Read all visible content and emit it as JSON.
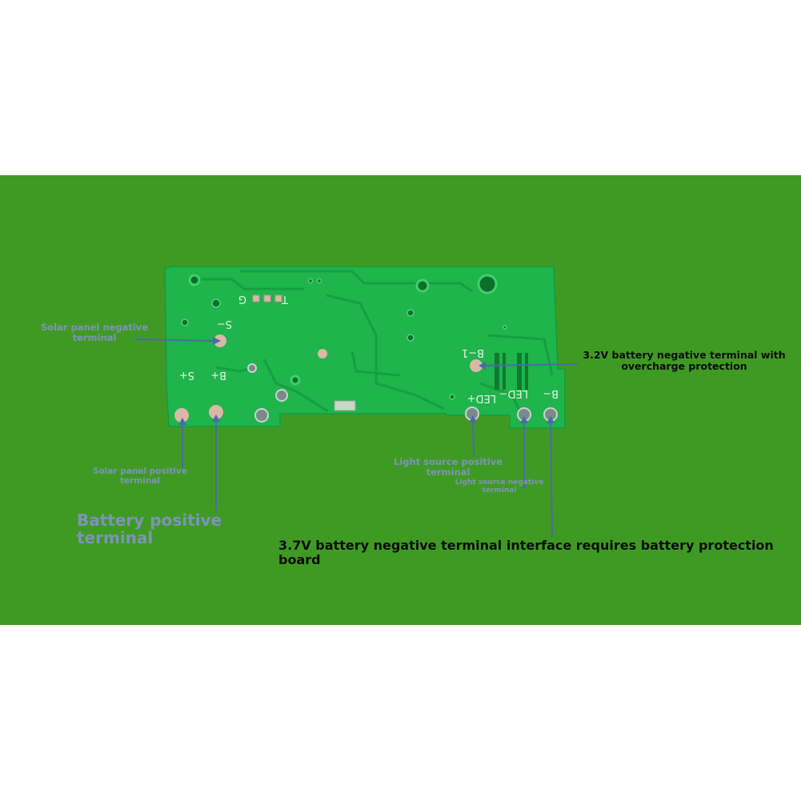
{
  "colors": {
    "background": "#ffffff",
    "stage": "#3f9a24",
    "board": "#1fb44c",
    "trace": "#14a03f",
    "pad": "#d9b8a6",
    "label_blue": "#7f93b8",
    "label_dark": "#0b0b0b",
    "arrow": "#4a6aa8"
  },
  "labels": {
    "solar_negative": "Solar panel negative terminal",
    "solar_positive": "Solar panel positive terminal",
    "battery_positive": "Battery positive terminal",
    "light_positive": "Light source positive terminal",
    "light_negative": "Light source negative terminal",
    "battery_32v_negative": "3.2V battery negative terminal with overcharge protection",
    "battery_37v_negative": "3.7V battery negative terminal interface requires battery protection board"
  },
  "silkscreen": {
    "g": "G",
    "t": "T",
    "s_minus": "S−",
    "s_plus": "S+",
    "b_plus": "B+",
    "b_minus_1": "B−1",
    "led_plus": "LED+",
    "led_minus": "LED−",
    "b_minus": "B−"
  }
}
